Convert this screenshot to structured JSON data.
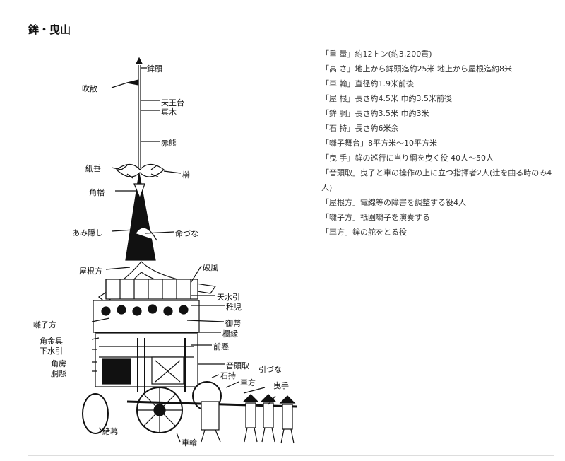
{
  "title": "鉾・曳山",
  "specs": [
    "「重 量」約12トン(約3,200貫)",
    "「高 さ」地上から鉾頭迄約25米 地上から屋根迄約8米",
    "「車 輪」直径約1.9米前後",
    "「屋 根」長さ約4.5米 巾約3.5米前後",
    "「鉾 胴」長さ約3.5米 巾約3米",
    "「石 持」長さ約6米余",
    "「囃子舞台」8平方米〜10平方米",
    "「曳 手」鉾の巡行に当り綱を曳く役 40人〜50人",
    "「音頭取」曳子と車の操作の上に立つ指揮者2人(辻を曲る時のみ4人)",
    "「屋根方」電線等の障害を調整する役4人",
    "「囃子方」祇園囃子を演奏する",
    "「車方」鉾の舵をとる役"
  ],
  "labels": {
    "hokogashira": "鉾頭",
    "fukinagashi": "吹散",
    "tenno": "天王台",
    "shingi": "真木",
    "shaguma": "赤熊",
    "shide": "紙垂",
    "sakaki": "榊",
    "tsunohata": "角幡",
    "amikakushi": "あみ隠し",
    "inochizuna": "命づな",
    "yanekata": "屋根方",
    "hafu": "破風",
    "tensuibiki": "天水引",
    "chigo": "稚児",
    "hayashikata": "囃子方",
    "gohei": "御幣",
    "kadokanagu": "角金具",
    "shitamizuhiki": "下水引",
    "rankaku": "欄縁",
    "maekake": "前懸",
    "kadofusa": "角房",
    "dokake": "胴懸",
    "ondotori": "音頭取",
    "hikizuna": "引づな",
    "ishimochi": "石持",
    "kurumakata": "車方",
    "hikite": "曳手",
    "mizuhiki2": "緒幕",
    "sharin": "車輪"
  }
}
